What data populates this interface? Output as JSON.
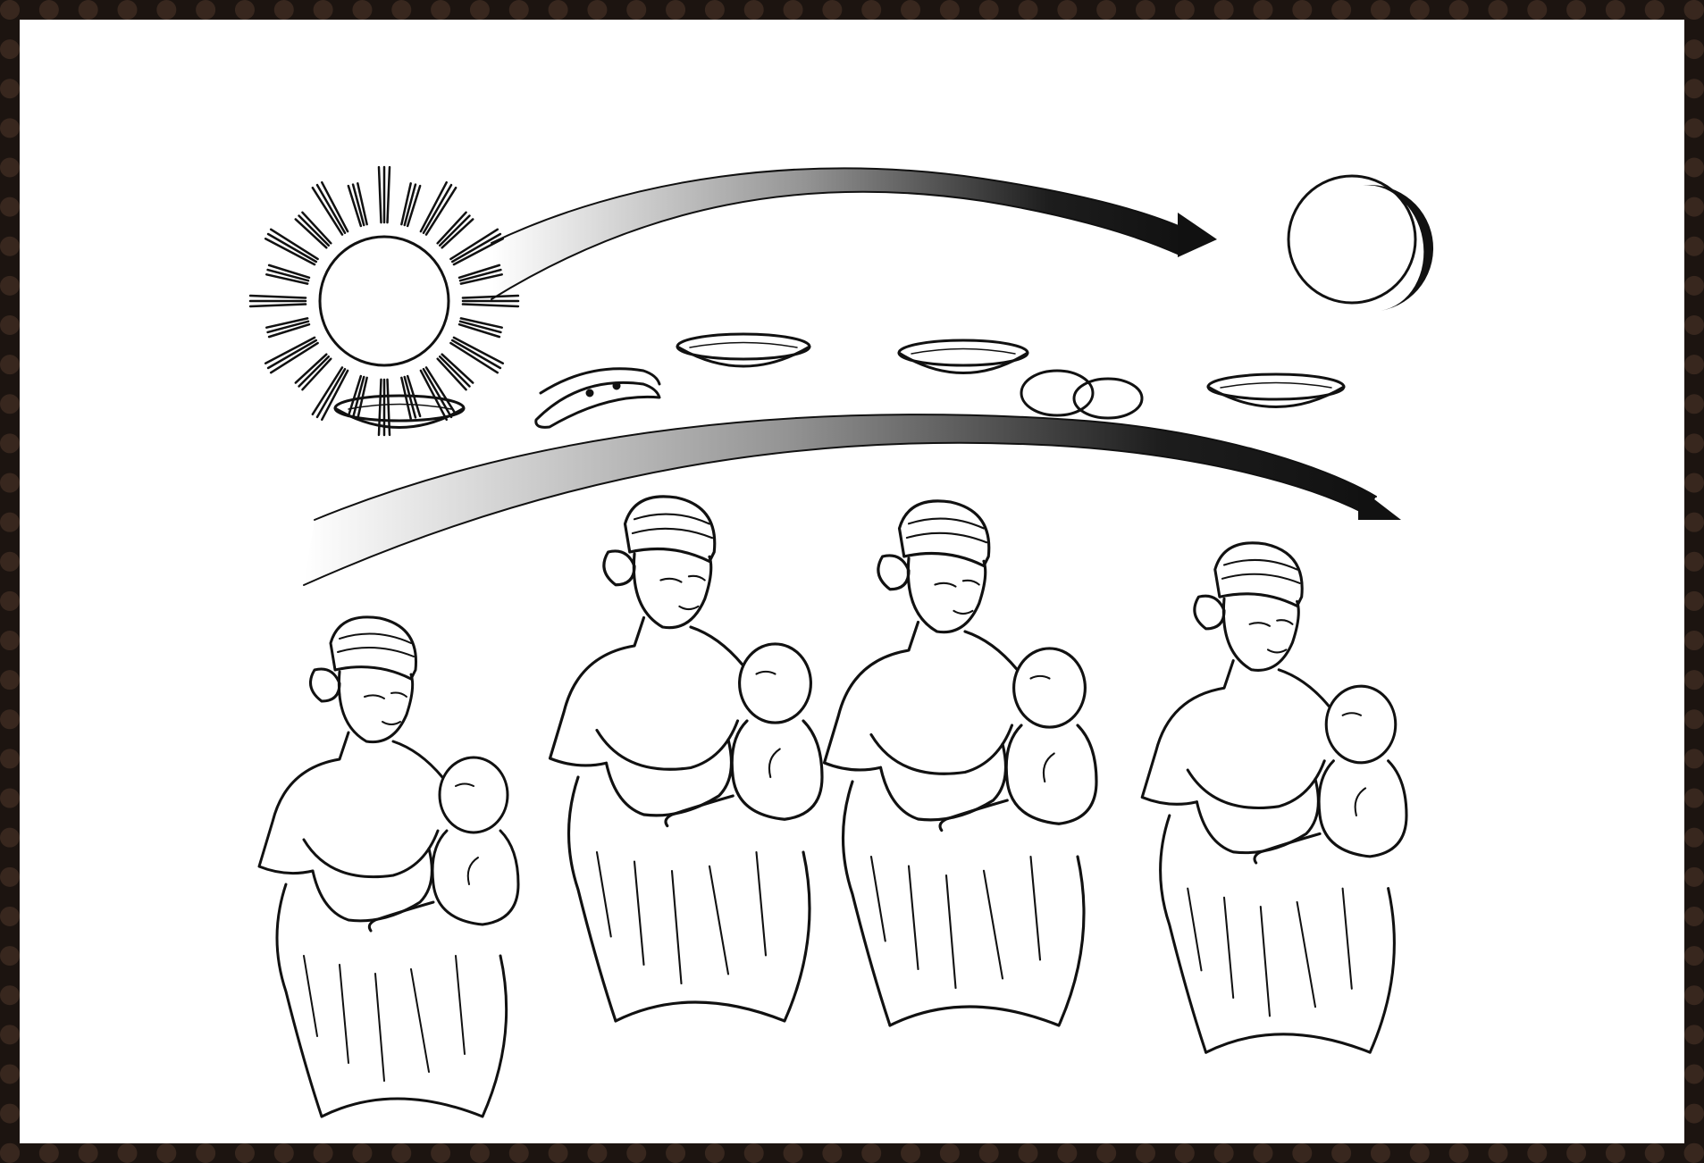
{
  "illustration": {
    "sky": {
      "sun": "sun-icon",
      "moon": "moon-icon"
    },
    "foods": [
      "bowl-icon",
      "bananas-icon",
      "bowl-icon",
      "bowl-icon",
      "eggs-icon",
      "bowl-icon"
    ],
    "mothers": [
      "mother-child-1",
      "mother-child-2",
      "mother-child-3",
      "mother-child-4"
    ],
    "ink_color": "#111111",
    "frame_color": "#1c1410"
  }
}
